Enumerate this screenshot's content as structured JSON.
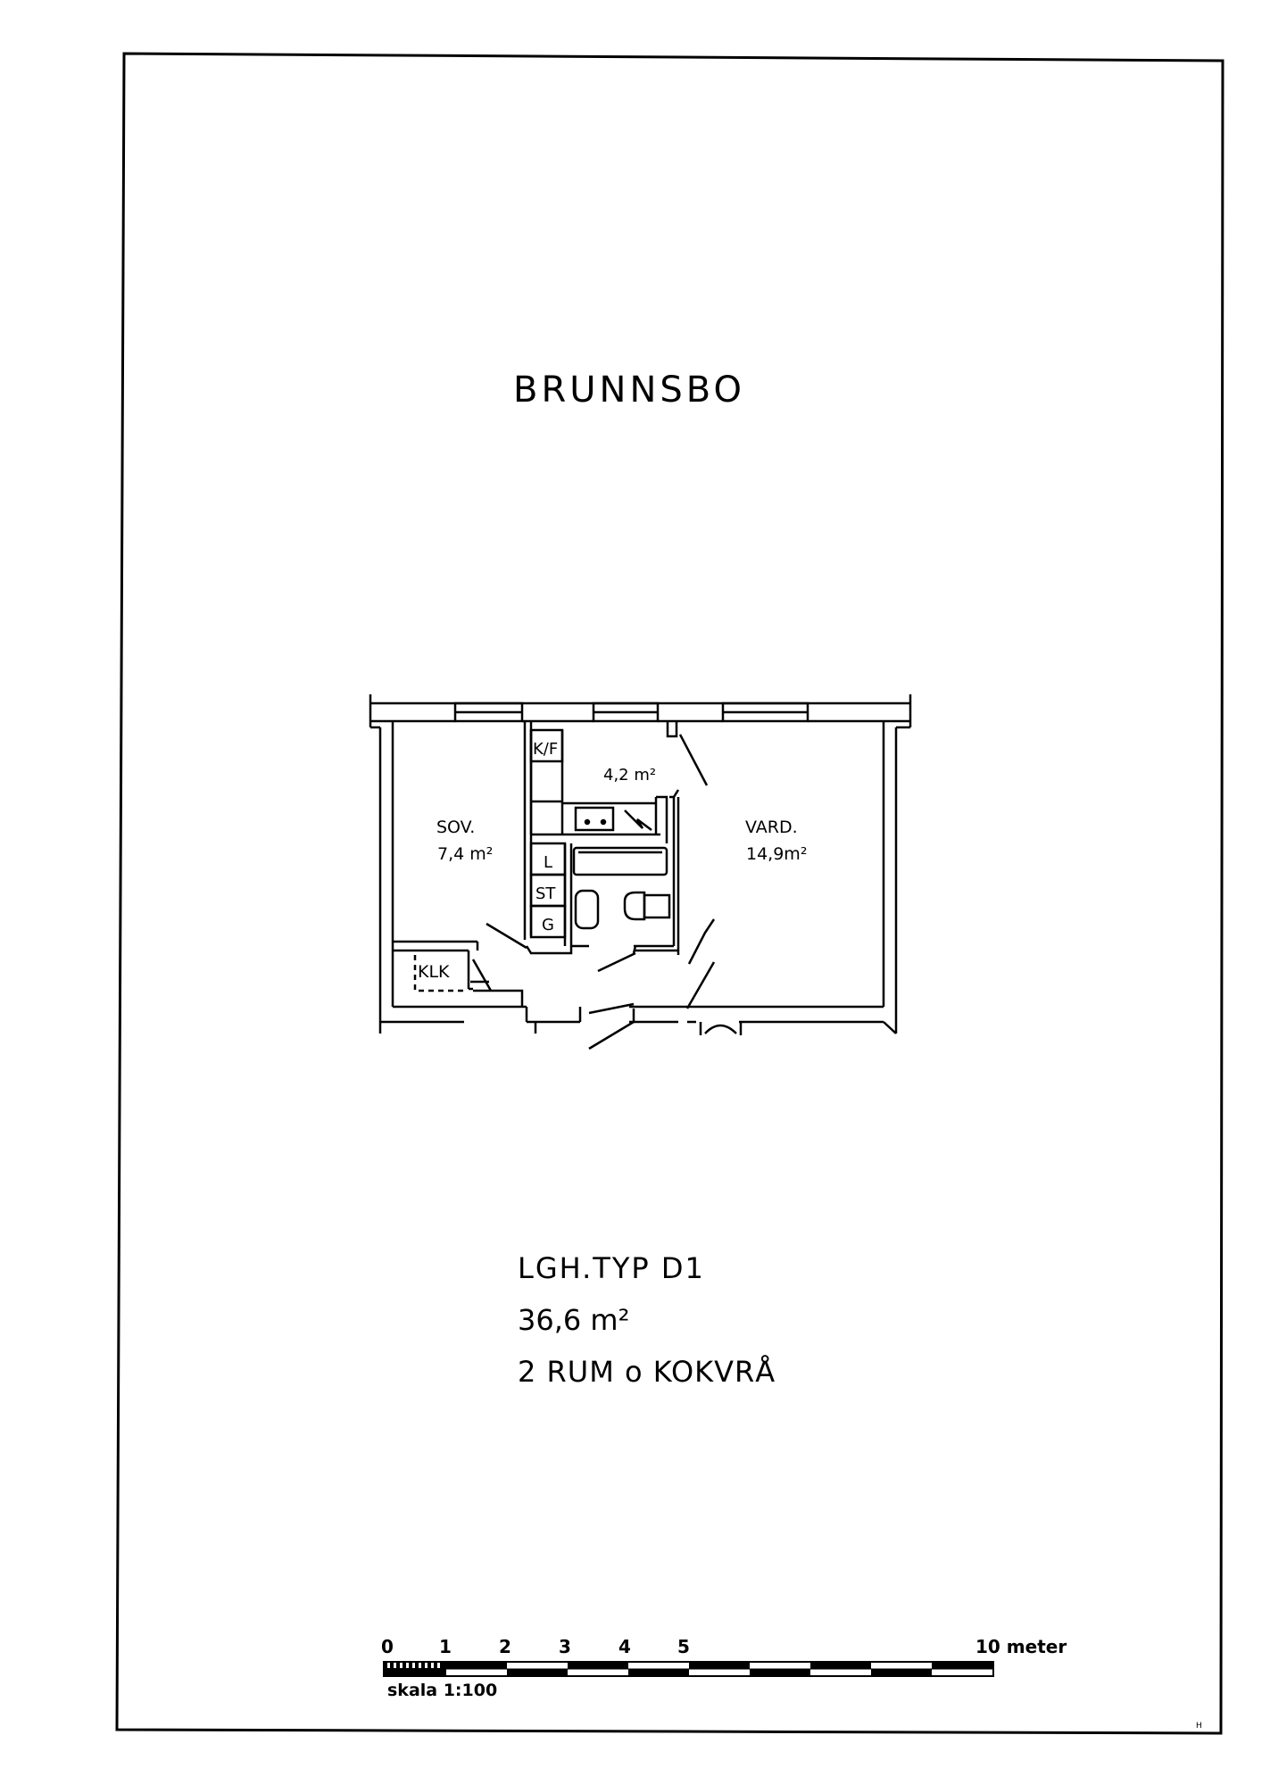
{
  "title": "BRUNNSBO",
  "plan": {
    "rooms": {
      "sov_name": "SOV.",
      "sov_area": "7,4 m²",
      "vard_name": "VARD.",
      "vard_area": "14,9m²",
      "kitchen_area": "4,2 m²"
    },
    "fixtures": {
      "kf": "K/F",
      "l": "L",
      "st": "ST",
      "g": "G",
      "klk": "KLK"
    }
  },
  "info": {
    "type": "LGH.TYP D1",
    "area": "36,6 m²",
    "rooms": "2 RUM o KOKVRÅ"
  },
  "scale": {
    "ticks": [
      "0",
      "1",
      "2",
      "3",
      "4",
      "5"
    ],
    "end_label": "10 meter",
    "caption": "skala 1:100"
  },
  "corner_mark": "H"
}
